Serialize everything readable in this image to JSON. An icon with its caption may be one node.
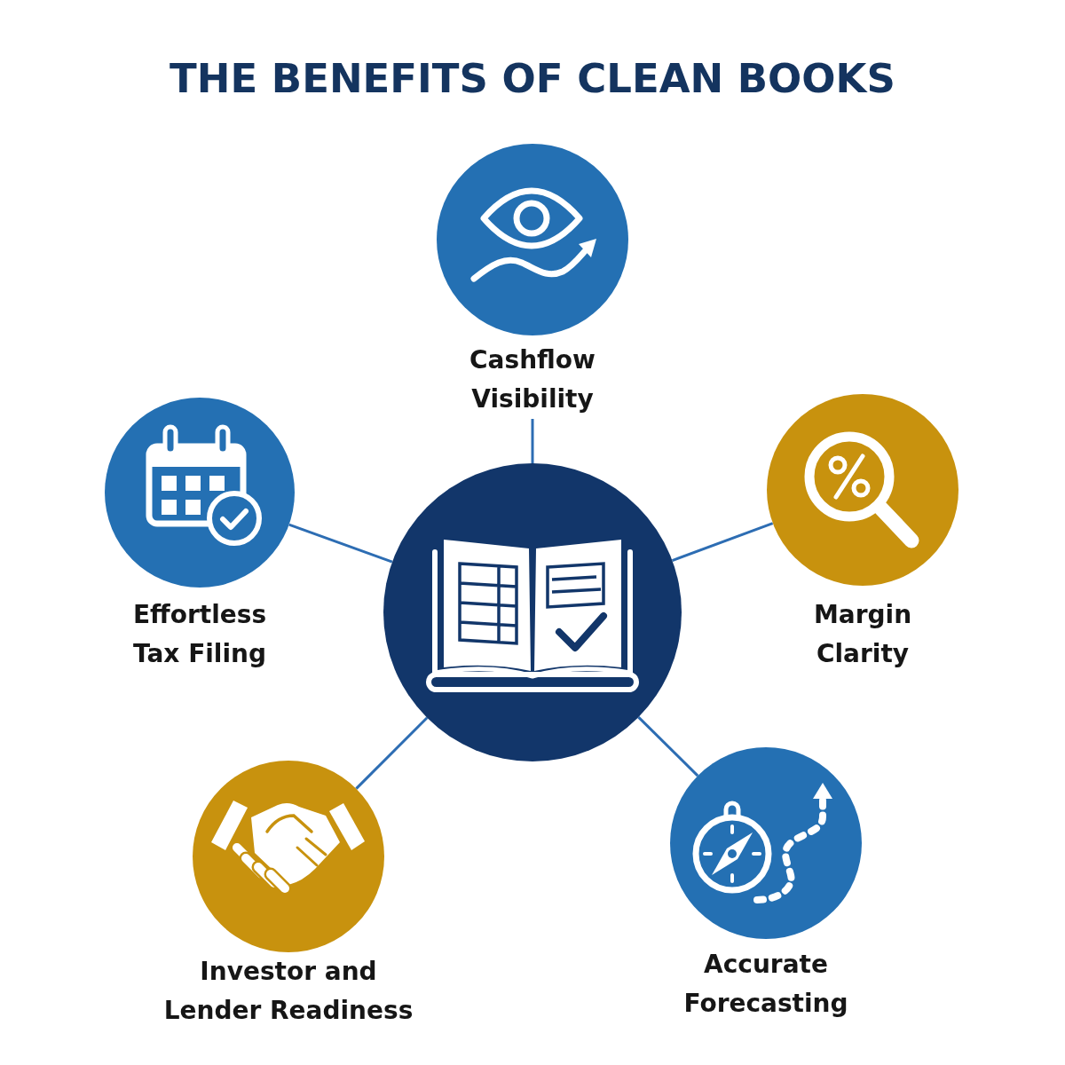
{
  "diagram": {
    "title": "THE BENEFITS OF CLEAN BOOKS",
    "nodes": [
      {
        "text": [
          "Cashflow Visibility"
        ]
      },
      {
        "text": [
          "Effortless Tax Filing"
        ]
      },
      {
        "text": [],
        "shape": "circle"
      },
      {
        "text": [
          "Margin Clarity"
        ]
      },
      {
        "text": [
          "Investor and Lender Readiness"
        ]
      },
      {
        "text": [
          "Accurate Forecasting"
        ]
      }
    ],
    "edges": [
      {
        "from": 2,
        "to": 0,
        "arrow": "none"
      },
      {
        "from": 2,
        "to": 1,
        "arrow": "none"
      },
      {
        "from": 2,
        "to": 3,
        "arrow": "none"
      },
      {
        "from": 2,
        "to": 4,
        "arrow": "none"
      },
      {
        "from": 2,
        "to": 5,
        "arrow": "none"
      }
    ]
  }
}
